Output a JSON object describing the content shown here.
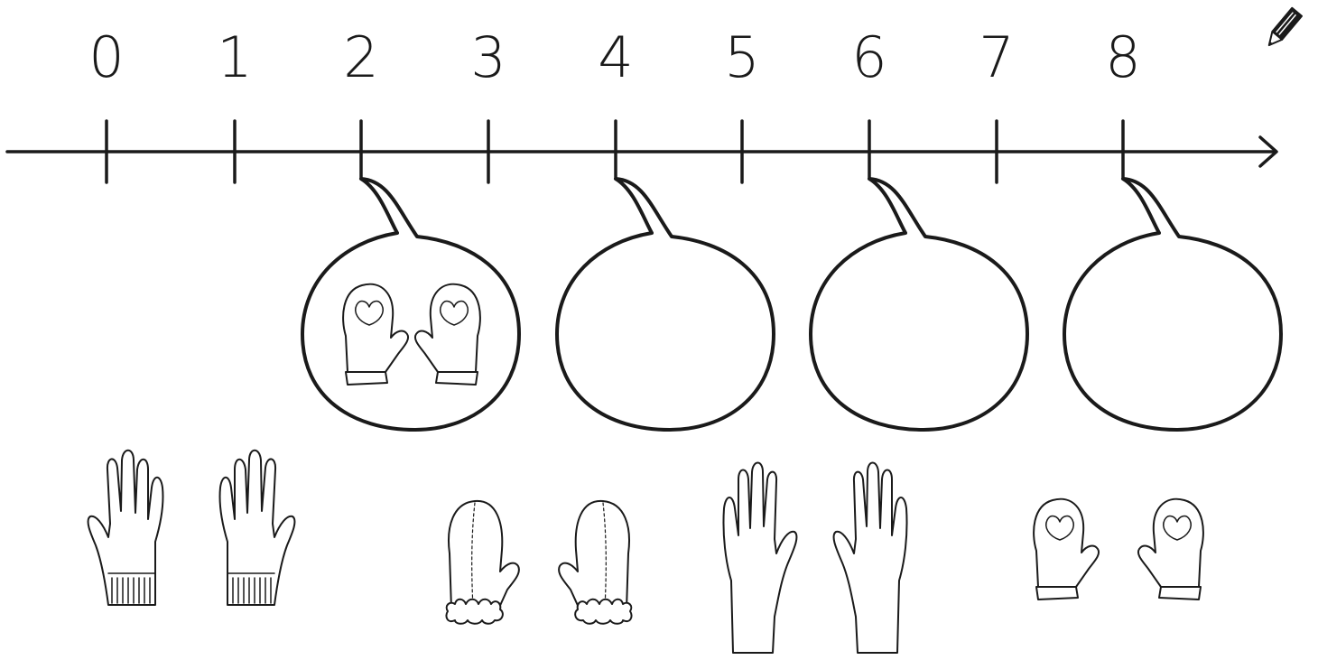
{
  "number_line": {
    "ticks": [
      "0",
      "1",
      "2",
      "3",
      "4",
      "5",
      "6",
      "7",
      "8"
    ],
    "answer_ticks": [
      "2",
      "4",
      "6",
      "8"
    ]
  },
  "toolbar": {
    "pencil_icon": "pencil-icon"
  },
  "bubbles": [
    {
      "tick": "2",
      "content": "mittens-heart"
    },
    {
      "tick": "4",
      "content": ""
    },
    {
      "tick": "6",
      "content": ""
    },
    {
      "tick": "8",
      "content": ""
    }
  ],
  "items": [
    {
      "name": "knit-gloves"
    },
    {
      "name": "fur-cuff-mittens"
    },
    {
      "name": "long-gloves"
    },
    {
      "name": "heart-mittens"
    }
  ],
  "colors": {
    "ink": "#1a1a1a",
    "background": "#ffffff"
  }
}
